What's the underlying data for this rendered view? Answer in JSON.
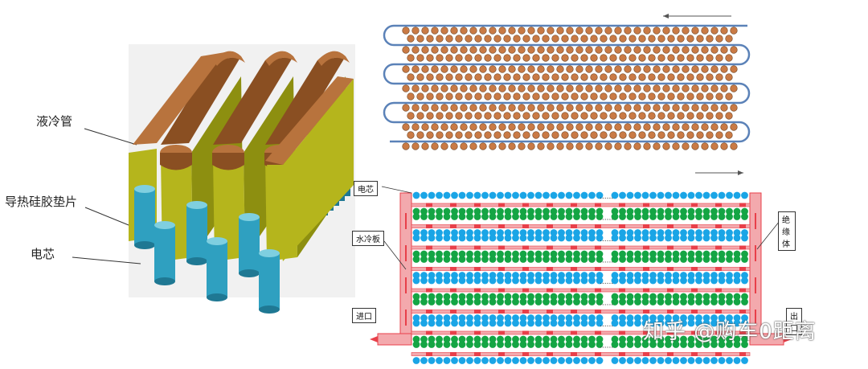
{
  "left": {
    "callouts": {
      "liquid_tube": "液冷管",
      "thermal_pad": "导热硅胶垫片",
      "cell": "电芯"
    }
  },
  "top_right": {
    "rows": 7,
    "arrow_direction": "left"
  },
  "bottom_right": {
    "labels": {
      "cell": "电芯",
      "water_plate": "水冷板",
      "insulator": "绝缘体",
      "inlet": "进口",
      "outlet": "出口"
    },
    "ellipsis": "......",
    "arrow_direction": "right"
  },
  "colors": {
    "tube": "#b8733d",
    "tube_dark": "#8a4f22",
    "pad": "#b5b51c",
    "pad_dark": "#8d8f10",
    "cell": "#2fa0c0",
    "cell_dark": "#1f7893",
    "pipe_blue": "#5b82b8",
    "dot": "#c97a45",
    "plate_red": "#e8404a",
    "plate_pink": "#f3a9ad",
    "dot_blue": "#1aa5e6",
    "dot_green": "#14a544"
  },
  "watermark": "知乎 @购车0距离"
}
